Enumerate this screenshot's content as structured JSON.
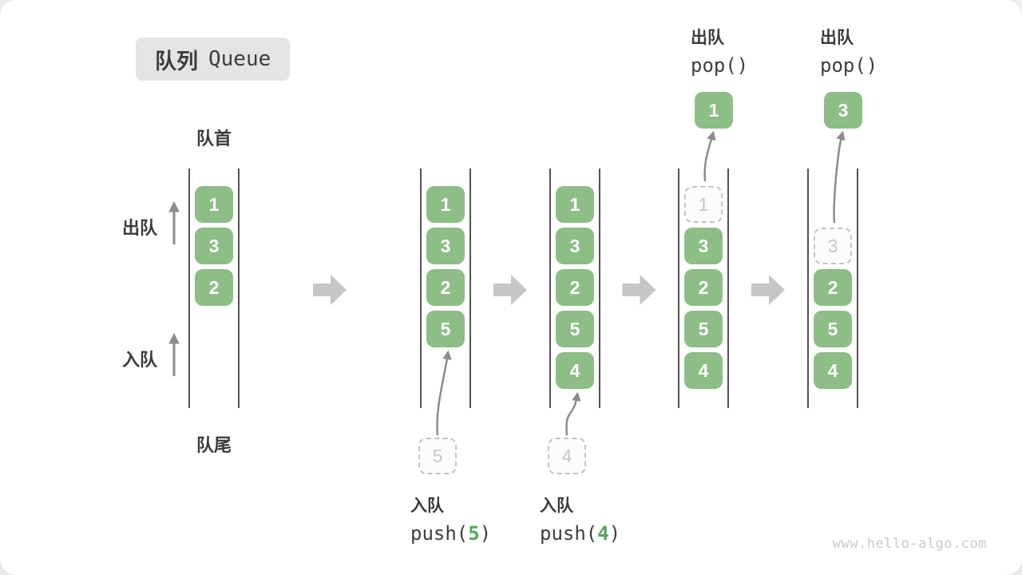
{
  "title": {
    "zh": "队列",
    "en": "Queue"
  },
  "labels": {
    "front": "队首",
    "rear": "队尾",
    "dequeue_side": "出队",
    "enqueue_side": "入队"
  },
  "watermark": "www.hello-algo.com",
  "colors": {
    "box_green": "#8CBE85",
    "code_arg_green": "#57A457",
    "wall_gray": "#525252",
    "thin_arrow_gray": "#8c8c8c",
    "big_arrow_gray": "#c6c6c6",
    "ghost_border": "#c3c3c3",
    "ghost_text": "#c7c7c7",
    "badge_bg": "#e4e4e4",
    "text_dark": "#3a3a3a"
  },
  "states": [
    {
      "slots": [
        {
          "v": "1"
        },
        {
          "v": "3"
        },
        {
          "v": "2"
        }
      ]
    },
    {
      "slots": [
        {
          "v": "1"
        },
        {
          "v": "3"
        },
        {
          "v": "2"
        },
        {
          "v": "5"
        }
      ],
      "staged": "5",
      "op": {
        "zh": "入队",
        "code_pre": "push(",
        "code_arg": "5",
        "code_post": ")",
        "position": "bottom"
      }
    },
    {
      "slots": [
        {
          "v": "1"
        },
        {
          "v": "3"
        },
        {
          "v": "2"
        },
        {
          "v": "5"
        },
        {
          "v": "4"
        }
      ],
      "staged": "4",
      "op": {
        "zh": "入队",
        "code_pre": "push(",
        "code_arg": "4",
        "code_post": ")",
        "position": "bottom"
      }
    },
    {
      "slots": [
        {
          "v": "1",
          "ghost": true
        },
        {
          "v": "3"
        },
        {
          "v": "2"
        },
        {
          "v": "5"
        },
        {
          "v": "4"
        }
      ],
      "popped": "1",
      "op": {
        "zh": "出队",
        "code_pre": "pop()",
        "code_arg": "",
        "code_post": "",
        "position": "top"
      }
    },
    {
      "slots": [
        null,
        {
          "v": "3",
          "ghost": true
        },
        {
          "v": "2"
        },
        {
          "v": "5"
        },
        {
          "v": "4"
        }
      ],
      "popped": "3",
      "op": {
        "zh": "出队",
        "code_pre": "pop()",
        "code_arg": "",
        "code_post": "",
        "position": "top"
      }
    }
  ]
}
